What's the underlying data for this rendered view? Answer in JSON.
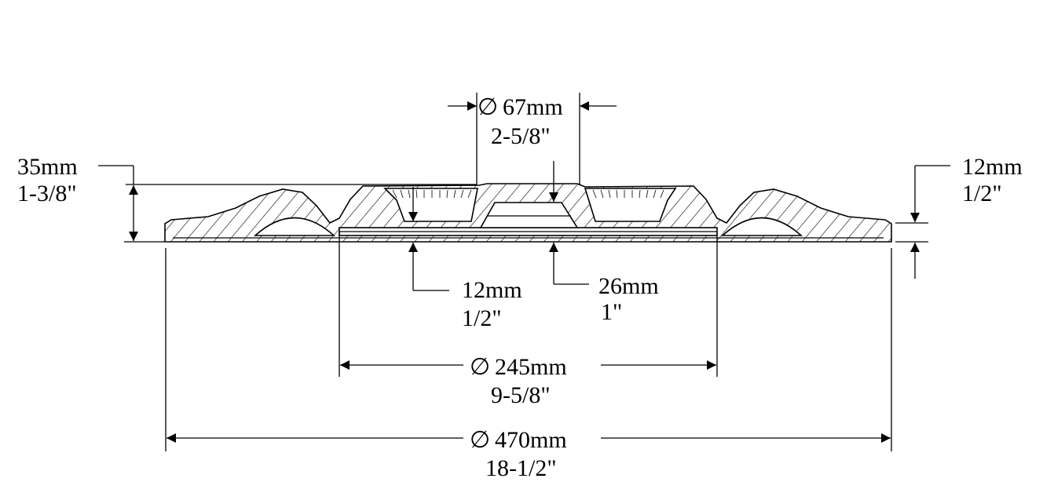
{
  "dimensions": {
    "top_diameter": {
      "symbol": "∅",
      "metric": "67mm",
      "imperial": "2-5/8\""
    },
    "overall_height": {
      "metric": "35mm",
      "imperial": "1-3/8\""
    },
    "rim_thickness": {
      "metric": "12mm",
      "imperial": "1/2\""
    },
    "pocket_depth": {
      "metric": "12mm",
      "imperial": "1/2\""
    },
    "center_depth": {
      "metric": "26mm",
      "imperial": "1\""
    },
    "inner_diameter": {
      "symbol": "∅",
      "metric": "245mm",
      "imperial": "9-5/8\""
    },
    "outer_diameter": {
      "symbol": "∅",
      "metric": "470mm",
      "imperial": "18-1/2\""
    }
  }
}
